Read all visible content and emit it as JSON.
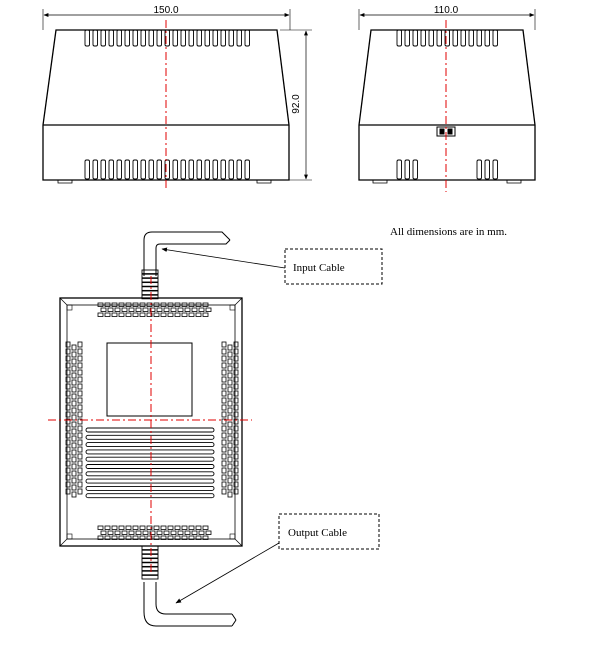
{
  "dimensions": {
    "front_width": "150.0",
    "side_width": "110.0",
    "height": "92.0"
  },
  "note": "All dimensions are in mm.",
  "callouts": {
    "input_cable": "Input Cable",
    "output_cable": "Output Cable"
  },
  "colors": {
    "centerline": "#e00000",
    "line": "#000000"
  }
}
